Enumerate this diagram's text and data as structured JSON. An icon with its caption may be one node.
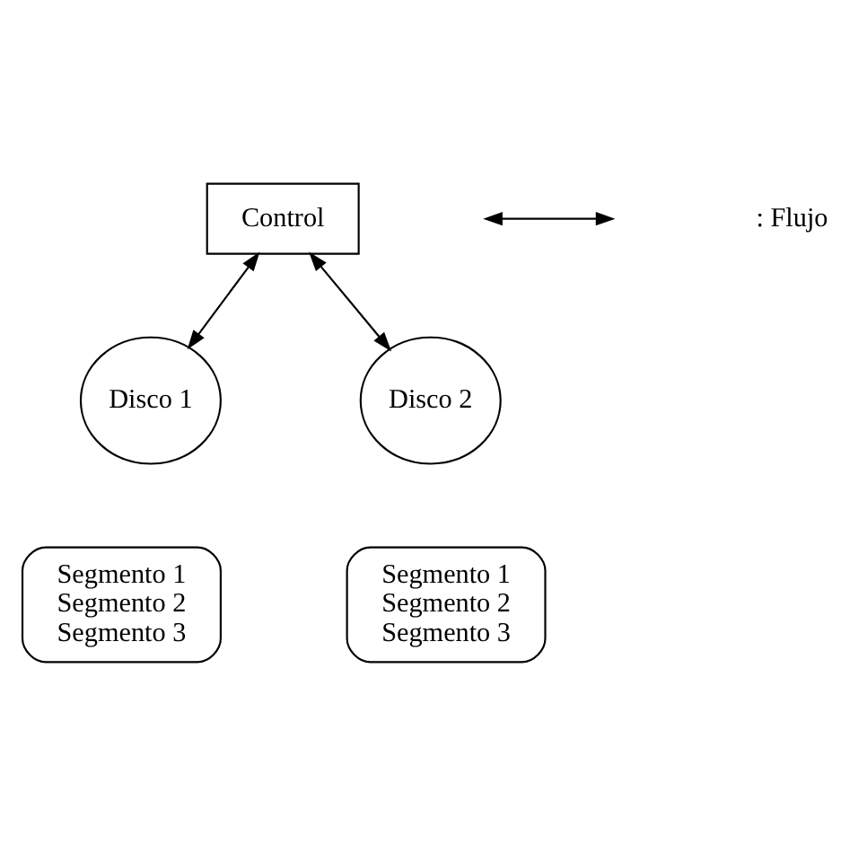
{
  "diagram": {
    "nodes": [
      {
        "text": [
          "Control"
        ]
      },
      {
        "text": [
          "Disco 1"
        ]
      },
      {
        "text": [
          "Disco 2"
        ]
      },
      {
        "text": [
          "Segmento 1",
          "Segmento 2",
          "Segmento 3"
        ]
      },
      {
        "text": [
          "Segmento 1",
          "Segmento 2",
          "Segmento 3"
        ]
      }
    ],
    "edges": [
      {
        "from": 0,
        "to": 1,
        "arrow": "both"
      },
      {
        "from": 0,
        "to": 2,
        "arrow": "both"
      }
    ],
    "legend": [
      {
        "text": ": Flujo"
      }
    ]
  }
}
